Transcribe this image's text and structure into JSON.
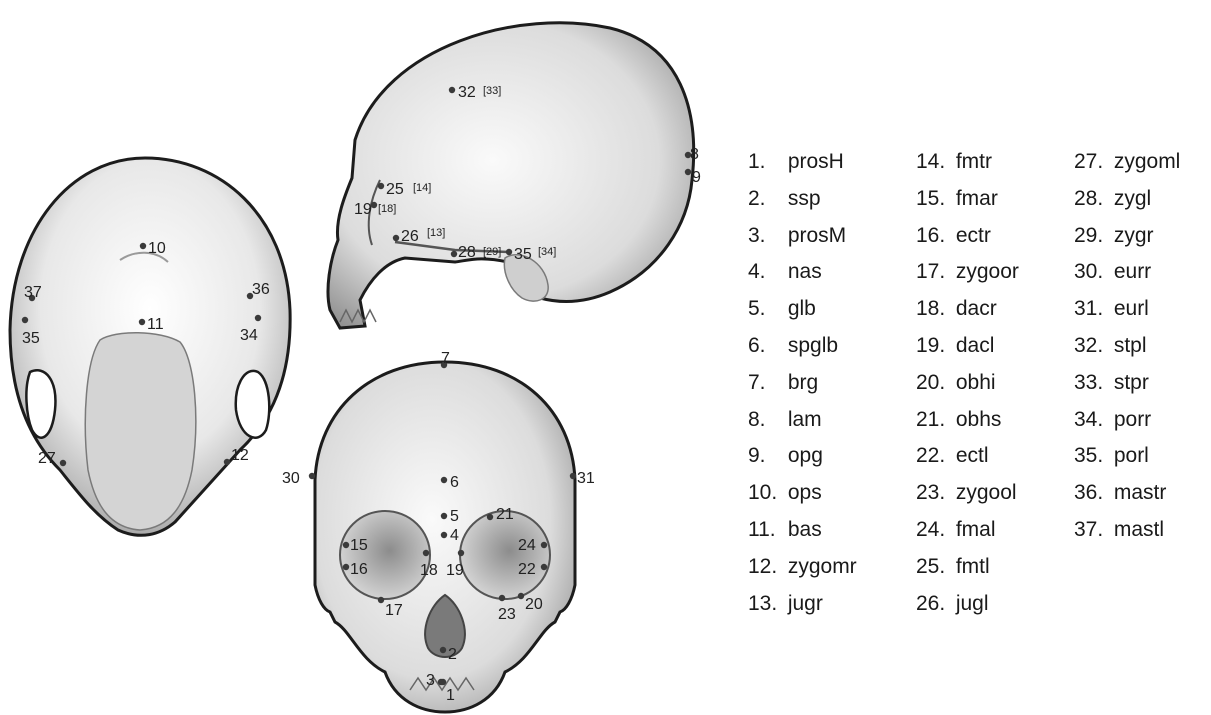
{
  "legend": [
    {
      "num": "1.",
      "code": "prosH"
    },
    {
      "num": "2.",
      "code": "ssp"
    },
    {
      "num": "3.",
      "code": "prosM"
    },
    {
      "num": "4.",
      "code": "nas"
    },
    {
      "num": "5.",
      "code": "glb"
    },
    {
      "num": "6.",
      "code": "spglb"
    },
    {
      "num": "7.",
      "code": "brg"
    },
    {
      "num": "8.",
      "code": "lam"
    },
    {
      "num": "9.",
      "code": "opg"
    },
    {
      "num": "10.",
      "code": "ops"
    },
    {
      "num": "11.",
      "code": "bas"
    },
    {
      "num": "12.",
      "code": "zygomr"
    },
    {
      "num": "13.",
      "code": "jugr"
    },
    {
      "num": "14.",
      "code": "fmtr"
    },
    {
      "num": "15.",
      "code": "fmar"
    },
    {
      "num": "16.",
      "code": "ectr"
    },
    {
      "num": "17.",
      "code": "zygoor"
    },
    {
      "num": "18.",
      "code": "dacr"
    },
    {
      "num": "19.",
      "code": "dacl"
    },
    {
      "num": "20.",
      "code": "obhi"
    },
    {
      "num": "21.",
      "code": "obhs"
    },
    {
      "num": "22.",
      "code": "ectl"
    },
    {
      "num": "23.",
      "code": "zygool"
    },
    {
      "num": "24.",
      "code": "fmal"
    },
    {
      "num": "25.",
      "code": "fmtl"
    },
    {
      "num": "26.",
      "code": "jugl"
    },
    {
      "num": "27.",
      "code": "zygoml"
    },
    {
      "num": "28.",
      "code": "zygl"
    },
    {
      "num": "29.",
      "code": "zygr"
    },
    {
      "num": "30.",
      "code": "eurr"
    },
    {
      "num": "31.",
      "code": "eurl"
    },
    {
      "num": "32.",
      "code": "stpl"
    },
    {
      "num": "33.",
      "code": "stpr"
    },
    {
      "num": "34.",
      "code": "porr"
    },
    {
      "num": "35.",
      "code": "porl"
    },
    {
      "num": "36.",
      "code": "mastr"
    },
    {
      "num": "37.",
      "code": "mastl"
    }
  ],
  "inferior_view": {
    "landmarks": [
      "10",
      "11",
      "12",
      "27",
      "34",
      "35",
      "36",
      "37"
    ]
  },
  "lateral_view": {
    "landmarks": [
      "32",
      "25",
      "19",
      "26",
      "28",
      "35",
      "8",
      "9"
    ],
    "bracket_labels": [
      "[33]",
      "[14]",
      "[18]",
      "[13]",
      "[29]",
      "[34]"
    ]
  },
  "frontal_view": {
    "landmarks": [
      "7",
      "6",
      "30",
      "31",
      "5",
      "4",
      "21",
      "15",
      "16",
      "24",
      "22",
      "18",
      "19",
      "17",
      "23",
      "20",
      "2",
      "3",
      "1"
    ]
  },
  "colors": {
    "bone": "#e4e4e4",
    "outline": "#1c1c1c",
    "point": "#3a3a3a"
  }
}
